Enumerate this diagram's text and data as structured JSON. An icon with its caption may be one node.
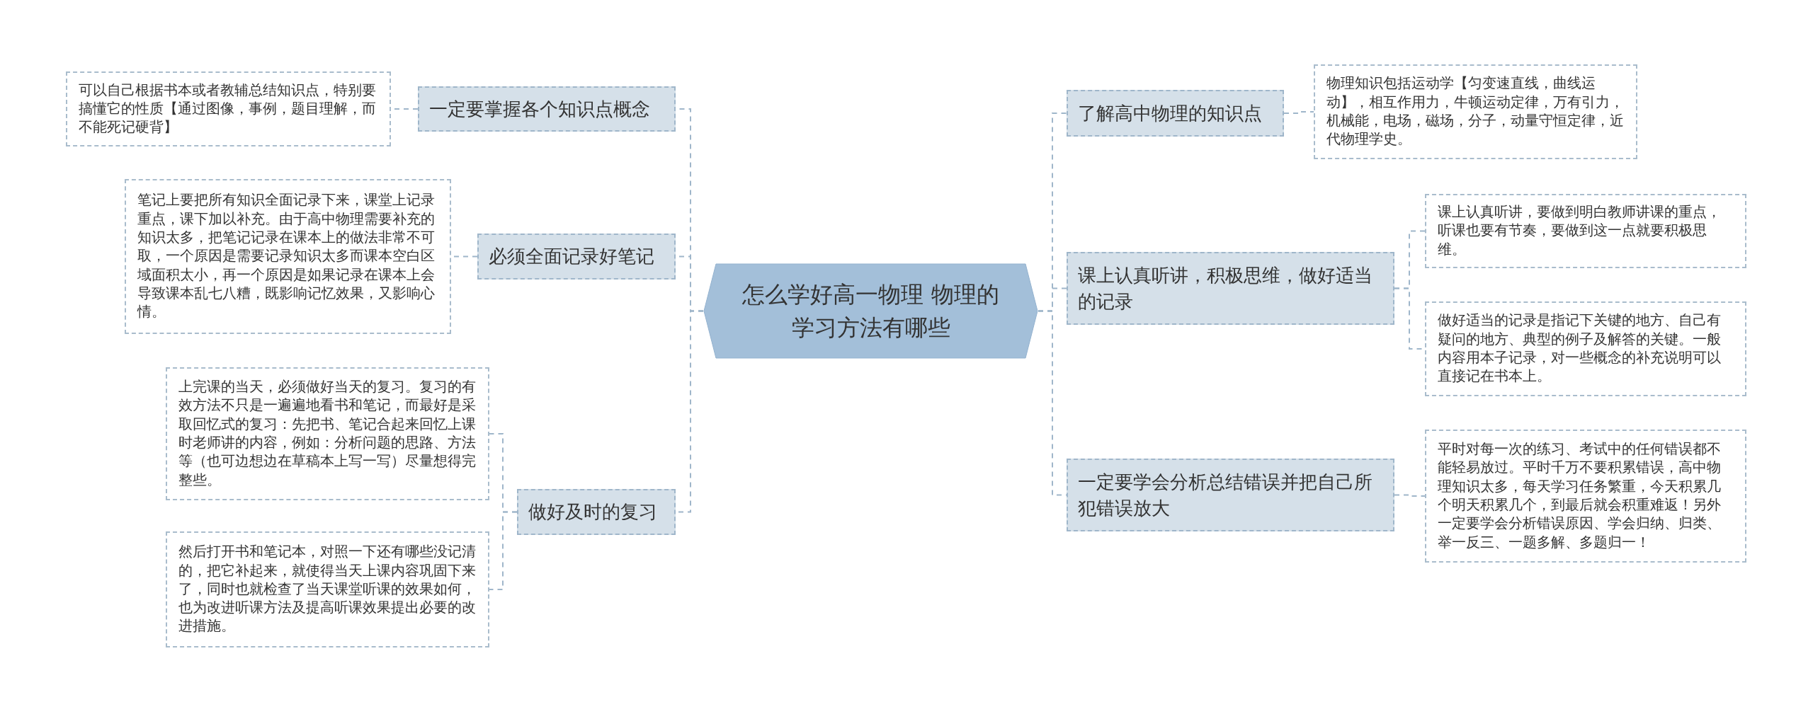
{
  "diagram": {
    "nodes": [
      {
        "text": [
          "怎么学好高一物理 物理的学习方法有哪些"
        ]
      },
      {
        "text": [
          "一定要掌握各个知识点概念"
        ]
      },
      {
        "text": [
          "可以自己根据书本或者教辅总结知识点，特别要搞懂它的性质【通过图像，事例，题目理解，而不能死记硬背】"
        ]
      },
      {
        "text": [
          "必须全面记录好笔记"
        ]
      },
      {
        "text": [
          "笔记上要把所有知识全面记录下来，课堂上记录重点，课下加以补充。由于高中物理需要补充的知识太多，把笔记记录在课本上的做法非常不可取，一个原因是需要记录知识太多而课本空白区域面积太小，再一个原因是如果记录在课本上会导致课本乱七八糟，既影响记忆效果，又影响心情。"
        ]
      },
      {
        "text": [
          "做好及时的复习"
        ]
      },
      {
        "text": [
          "上完课的当天，必须做好当天的复习。复习的有效方法不只是一遍遍地看书和笔记，而最好是采取回忆式的复习：先把书、笔记合起来回忆上课时老师讲的内容，例如：分析问题的思路、方法等（也可边想边在草稿本上写一写）尽量想得完整些。"
        ]
      },
      {
        "text": [
          "然后打开书和笔记本，对照一下还有哪些没记清的，把它补起来，就使得当天上课内容巩固下来了，同时也就检查了当天课堂听课的效果如何，也为改进听课方法及提高听课效果提出必要的改进措施。"
        ]
      },
      {
        "text": [
          "了解高中物理的知识点"
        ]
      },
      {
        "text": [
          "物理知识包括运动学【匀变速直线，曲线运动】，相互作用力，牛顿运动定律，万有引力，机械能，电场，磁场，分子，动量守恒定律，近代物理学史。"
        ]
      },
      {
        "text": [
          "课上认真听讲，积极思维，做好适当的记录"
        ]
      },
      {
        "text": [
          "课上认真听讲，要做到明白教师讲课的重点，听课也要有节奏，要做到这一点就要积极思维。"
        ]
      },
      {
        "text": [
          "做好适当的记录是指记下关键的地方、自己有疑问的地方、典型的例子及解答的关键。一般内容用本子记录，对一些概念的补充说明可以直接记在书本上。"
        ]
      },
      {
        "text": [
          "一定要学会分析总结错误并把自己所犯错误放大"
        ]
      },
      {
        "text": [
          "平时对每一次的练习、考试中的任何错误都不能轻易放过。平时千万不要积累错误，高中物理知识太多，每天学习任务繁重，今天积累几个明天积累几个，到最后就会积重难返！另外一定要学会分析错误原因、学会归纳、归类、举一反三、一题多解、多题归一！"
        ]
      }
    ],
    "edges": [
      {
        "from": 0,
        "to": 1,
        "arrow": "none",
        "style": "dashed"
      },
      {
        "from": 1,
        "to": 2,
        "arrow": "none",
        "style": "dashed"
      },
      {
        "from": 0,
        "to": 3,
        "arrow": "none",
        "style": "dashed"
      },
      {
        "from": 3,
        "to": 4,
        "arrow": "none",
        "style": "dashed"
      },
      {
        "from": 0,
        "to": 5,
        "arrow": "none",
        "style": "dashed"
      },
      {
        "from": 5,
        "to": 6,
        "arrow": "none",
        "style": "dashed"
      },
      {
        "from": 5,
        "to": 7,
        "arrow": "none",
        "style": "dashed"
      },
      {
        "from": 0,
        "to": 8,
        "arrow": "none",
        "style": "dashed"
      },
      {
        "from": 8,
        "to": 9,
        "arrow": "none",
        "style": "dashed"
      },
      {
        "from": 0,
        "to": 10,
        "arrow": "none",
        "style": "dashed"
      },
      {
        "from": 10,
        "to": 11,
        "arrow": "none",
        "style": "dashed"
      },
      {
        "from": 10,
        "to": 12,
        "arrow": "none",
        "style": "dashed"
      },
      {
        "from": 0,
        "to": 13,
        "arrow": "none",
        "style": "dashed"
      },
      {
        "from": 13,
        "to": 14,
        "arrow": "none",
        "style": "dashed"
      }
    ]
  }
}
